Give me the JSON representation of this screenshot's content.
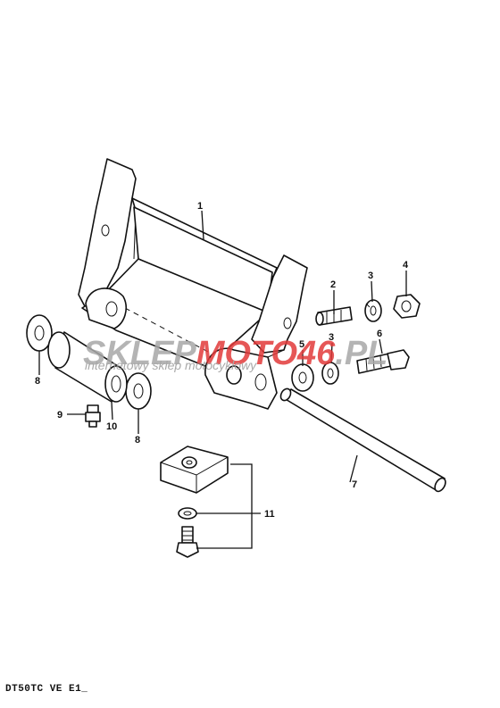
{
  "watermark": {
    "brand_left": "SKLEP",
    "brand_mid": "MOTO",
    "brand_right": "46",
    "brand_tld": ".PL",
    "tagline": "internetowy sklep motocyklowy",
    "color_gray": "#a8a8a8",
    "color_red": "#e23a3a"
  },
  "callouts": {
    "c1": "1",
    "c2": "2",
    "c3a": "3",
    "c3b": "3",
    "c4": "4",
    "c5": "5",
    "c6": "6",
    "c7": "7",
    "c8a": "8",
    "c8b": "8",
    "c9": "9",
    "c10": "10",
    "c11": "11"
  },
  "footer": {
    "code": "DT50TC VE E1_"
  }
}
